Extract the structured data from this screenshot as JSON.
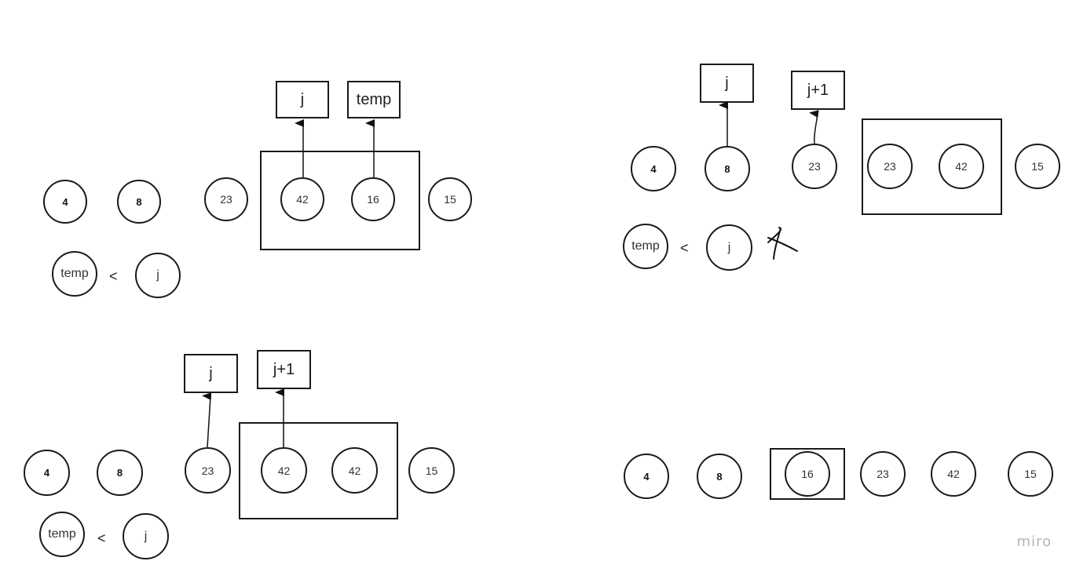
{
  "app": {
    "watermark": "miro"
  },
  "diagrams": [
    {
      "name": "diagram-top-left",
      "labels": [
        {
          "text": "j"
        },
        {
          "text": "temp"
        }
      ],
      "nodes": [
        "4",
        "8",
        "23",
        "42",
        "16",
        "15"
      ],
      "comparison": {
        "left": "temp",
        "op": "<",
        "right": "j"
      }
    },
    {
      "name": "diagram-top-right",
      "labels": [
        {
          "text": "j"
        },
        {
          "text": "j+1"
        }
      ],
      "nodes": [
        "4",
        "8",
        "23",
        "23",
        "42",
        "15"
      ],
      "comparison": {
        "left": "temp",
        "op": "<",
        "right": "j"
      }
    },
    {
      "name": "diagram-bottom-left",
      "labels": [
        {
          "text": "j"
        },
        {
          "text": "j+1"
        }
      ],
      "nodes": [
        "4",
        "8",
        "23",
        "42",
        "42",
        "15"
      ],
      "comparison": {
        "left": "temp",
        "op": "<",
        "right": "j"
      }
    },
    {
      "name": "diagram-bottom-right",
      "labels": [],
      "nodes": [
        "4",
        "8",
        "16",
        "23",
        "42",
        "15"
      ]
    }
  ]
}
